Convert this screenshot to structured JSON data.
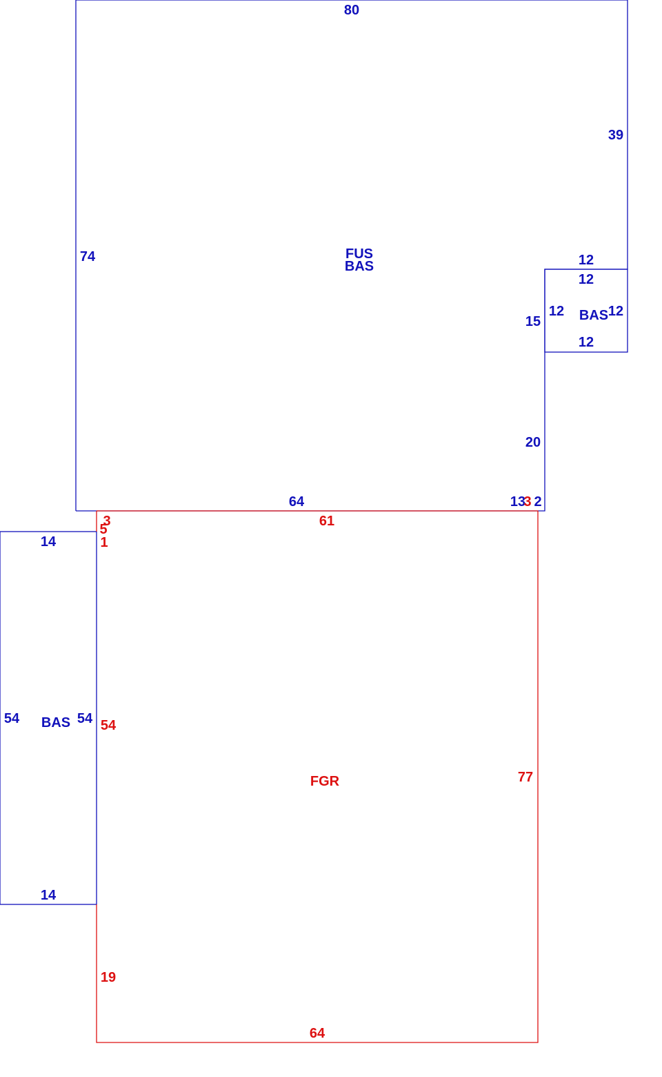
{
  "colors": {
    "living_area": "#1111bb",
    "garage": "#dd1111"
  },
  "areas": {
    "main": {
      "codes": [
        "FUS",
        "BAS"
      ],
      "dims": {
        "top": "80",
        "right_upper": "39",
        "left": "74",
        "bottom": "64",
        "right_lower_1": "15",
        "right_lower_2": "20",
        "corner_13": "13",
        "corner_2": "2"
      }
    },
    "bump_out": {
      "code": "BAS",
      "dims": {
        "top_outer": "12",
        "top_inner": "12",
        "left": "12",
        "right": "12",
        "bottom": "12"
      }
    },
    "west_wing": {
      "code": "BAS",
      "dims": {
        "top": "14",
        "left": "54",
        "right": "54",
        "bottom": "14"
      }
    },
    "garage": {
      "code": "FGR",
      "dims": {
        "top": "61",
        "right": "77",
        "left_lower": "19",
        "bottom": "64",
        "left_mid": "54",
        "jog_3_top": "3",
        "jog_5": "5",
        "jog_1": "1",
        "jog_3_right": "3"
      }
    }
  }
}
